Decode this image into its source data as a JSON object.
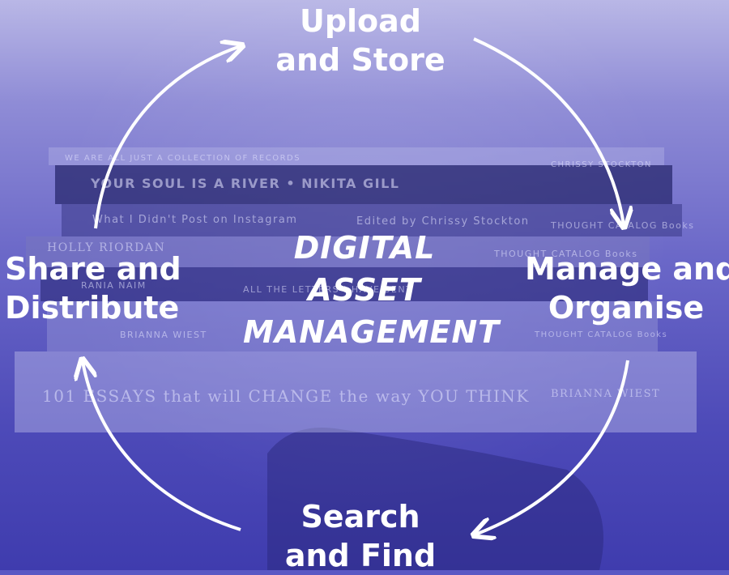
{
  "center_title": {
    "line1": "DIGITAL",
    "line2": "ASSET",
    "line3": "MANAGEMENT"
  },
  "stages": {
    "top": {
      "line1": "Upload",
      "line2": "and Store"
    },
    "right": {
      "line1": "Manage and",
      "line2": "Organise"
    },
    "bottom": {
      "line1": "Search",
      "line2": "and Find"
    },
    "left": {
      "line1": "Share and",
      "line2": "Distribute"
    }
  },
  "book_spines": [
    "WE ARE ALL JUST A COLLECTION OF RECORDS",
    "CHRISSY STOCKTON",
    "YOUR SOUL IS A RIVER • NIKITA GILL",
    "What I Didn't Post on Instagram",
    "Edited by Chrissy Stockton",
    "THOUGHT CATALOG Books",
    "HOLLY RIORDAN",
    "THOUGHT CATALOG Books",
    "RANIA NAIM",
    "ALL THE LETTERS I HAVE SENT",
    "BRIANNA WIEST",
    "THOUGHT CATALOG Books",
    "101 ESSAYS that will CHANGE the way YOU THINK",
    "BRIANNA WIEST"
  ],
  "colors": {
    "overlay": "#5a58c4",
    "text": "#ffffff",
    "arrow": "#ffffff"
  },
  "icons": [
    "cycle-arrow-icon"
  ]
}
